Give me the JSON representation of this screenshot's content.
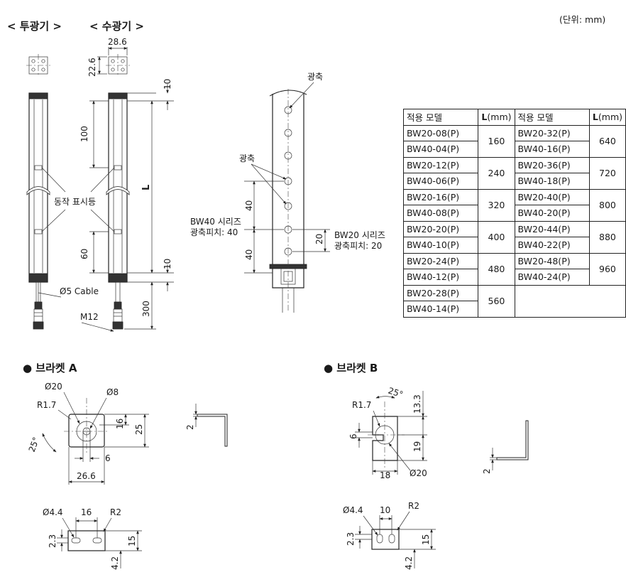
{
  "unit_note": "(단위: mm)",
  "headings": {
    "emitter": "< 투광기 >",
    "receiver": "< 수광기 >",
    "bracket_a": "● 브라켓 A",
    "bracket_b": "● 브라켓 B"
  },
  "sensor_dims": {
    "width": "28.6",
    "depth": "22.6",
    "top_offset": "10",
    "pitch_100": "100",
    "pitch_60": "60",
    "length": "L",
    "bottom_offset": "10",
    "cable_length": "300",
    "indicator_label": "동작 표시등",
    "cable_label": "Ø5 Cable",
    "connector_label": "M12"
  },
  "axis_detail": {
    "optical_axis_top": "광축",
    "optical_axis_mid": "광축",
    "bw40_pitch_value_1": "40",
    "bw40_pitch_value_2": "40",
    "bw40_series": "BW40 시리즈",
    "bw40_pitch": "광축피치: 40",
    "bw20_pitch_value": "20",
    "bw20_series": "BW20 시리즈",
    "bw20_pitch": "광축피치: 20"
  },
  "table": {
    "header_model": "적용 모델",
    "header_L": "L",
    "header_L_unit": "(mm)",
    "left": [
      {
        "models": [
          "BW20-08(P)",
          "BW40-04(P)"
        ],
        "L": "160"
      },
      {
        "models": [
          "BW20-12(P)",
          "BW40-06(P)"
        ],
        "L": "240"
      },
      {
        "models": [
          "BW20-16(P)",
          "BW40-08(P)"
        ],
        "L": "320"
      },
      {
        "models": [
          "BW20-20(P)",
          "BW40-10(P)"
        ],
        "L": "400"
      },
      {
        "models": [
          "BW20-24(P)",
          "BW40-12(P)"
        ],
        "L": "480"
      },
      {
        "models": [
          "BW20-28(P)",
          "BW40-14(P)"
        ],
        "L": "560"
      }
    ],
    "right": [
      {
        "models": [
          "BW20-32(P)",
          "BW40-16(P)"
        ],
        "L": "640"
      },
      {
        "models": [
          "BW20-36(P)",
          "BW40-18(P)"
        ],
        "L": "720"
      },
      {
        "models": [
          "BW20-40(P)",
          "BW40-20(P)"
        ],
        "L": "800"
      },
      {
        "models": [
          "BW20-44(P)",
          "BW40-22(P)"
        ],
        "L": "880"
      },
      {
        "models": [
          "BW20-48(P)",
          "BW40-24(P)"
        ],
        "L": "960"
      }
    ]
  },
  "bracket_a": {
    "hole_dia": "Ø20",
    "small_dia": "Ø8",
    "radius": "R1.7",
    "angle": "25°",
    "h16": "16",
    "h25": "25",
    "w6": "6",
    "w26_6": "26.6",
    "thickness": "2",
    "slot_dia": "Ø4.4",
    "slot_pitch": "16",
    "corner_r": "R2",
    "slot_h": "2.3",
    "base_h": "15",
    "base_off": "4.2"
  },
  "bracket_b": {
    "angle": "25°",
    "h13_3": "13.3",
    "radius": "R1.7",
    "w6": "6",
    "h19": "19",
    "w18": "18",
    "hole_dia": "Ø20",
    "thickness": "2",
    "slot_dia": "Ø4.4",
    "slot_pitch": "10",
    "corner_r": "R2",
    "slot_h": "2.3",
    "base_h": "15",
    "base_off": "4.2"
  }
}
